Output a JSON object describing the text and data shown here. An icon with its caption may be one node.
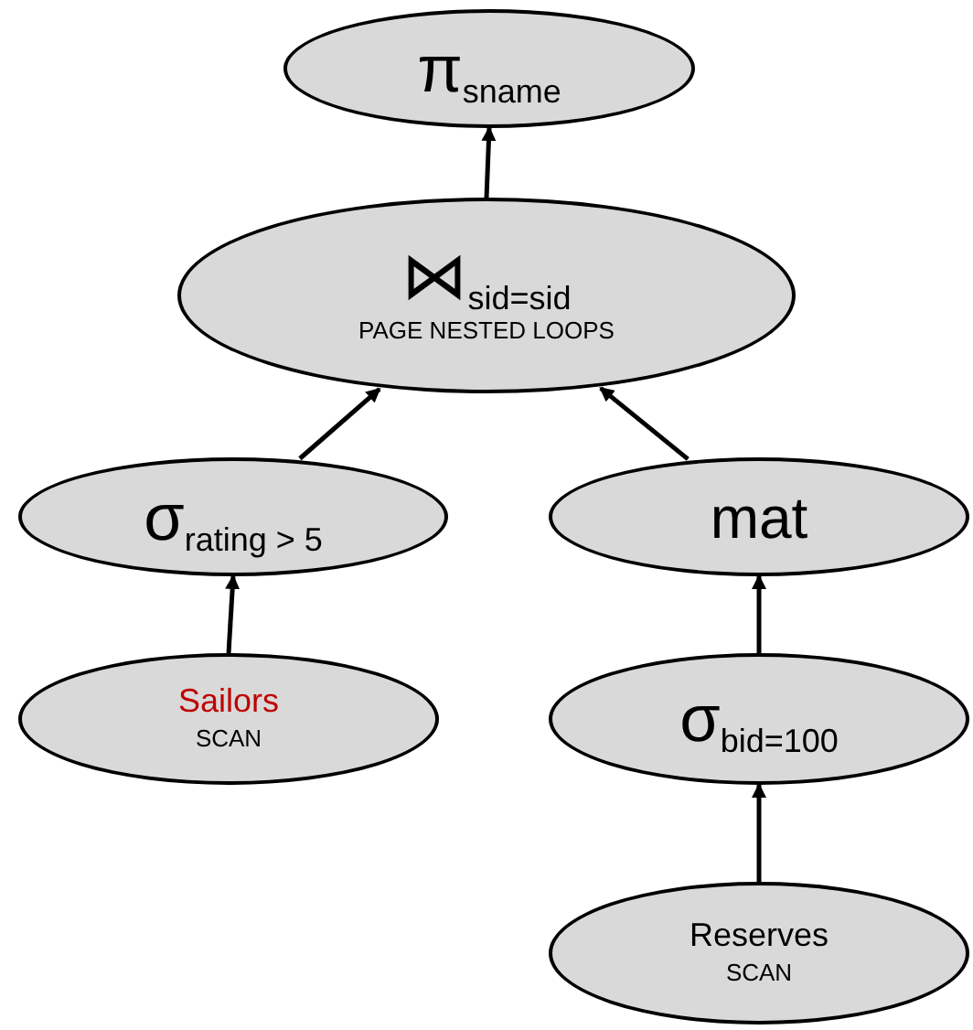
{
  "diagram": {
    "nodes": [
      {
        "text": [
          "π$_{sname}$"
        ]
      },
      {
        "text": [
          "⋈$_{sid=sid}$",
          "PAGE NESTED LOOPS"
        ]
      },
      {
        "text": [
          "σ$_{rating > 5}$"
        ]
      },
      {
        "text": [
          "mat"
        ]
      },
      {
        "text": [
          "Sailors",
          "SCAN"
        ]
      },
      {
        "text": [
          "σ$_{bid=100}$"
        ]
      },
      {
        "text": [
          "Reserves",
          "SCAN"
        ]
      }
    ],
    "edges": [
      {
        "from": 1,
        "to": 0,
        "arrow": "to"
      },
      {
        "from": 2,
        "to": 1,
        "arrow": "to"
      },
      {
        "from": 3,
        "to": 1,
        "arrow": "to"
      },
      {
        "from": 4,
        "to": 2,
        "arrow": "to"
      },
      {
        "from": 5,
        "to": 3,
        "arrow": "to"
      },
      {
        "from": 6,
        "to": 5,
        "arrow": "to"
      }
    ]
  }
}
